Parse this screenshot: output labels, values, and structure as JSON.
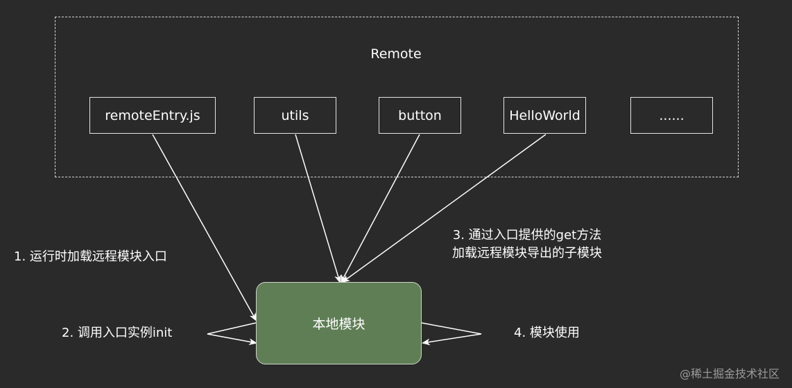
{
  "remote": {
    "title": "Remote",
    "modules": [
      {
        "label": "remoteEntry.js"
      },
      {
        "label": "utils"
      },
      {
        "label": "button"
      },
      {
        "label": "HelloWorld"
      },
      {
        "label": "......"
      }
    ]
  },
  "local": {
    "label": "本地模块"
  },
  "steps": {
    "step1": "1. 运行时加载远程模块入口",
    "step2": "2. 调用入口实例init",
    "step3_line1": "3. 通过入口提供的get方法",
    "step3_line2": "加载远程模块导出的子模块",
    "step4": "4. 模块使用"
  },
  "watermark": "@稀土掘金技术社区",
  "colors": {
    "background": "#2a2a2a",
    "local_fill": "#5f7e56",
    "line": "#ffffff"
  }
}
